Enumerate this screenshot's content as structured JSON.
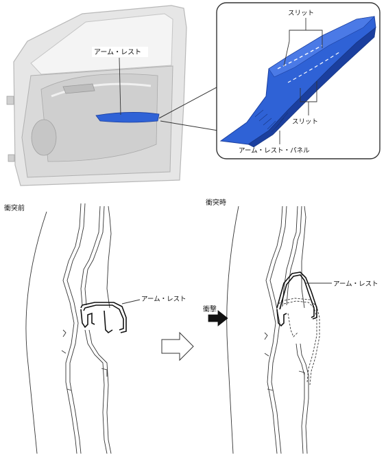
{
  "labels": {
    "armrest_door": "アーム・レスト",
    "slit_top": "スリット",
    "slit_bottom": "スリット",
    "armrest_panel": "アーム・レスト・パネル",
    "before_collision": "衝突前",
    "after_collision": "衝突時",
    "armrest_before": "アーム・レスト",
    "armrest_after": "アーム・レスト",
    "impact": "衝撃"
  },
  "colors": {
    "armrest_blue": "#2f62d6",
    "armrest_dark": "#1b3f9e",
    "door_gray": "#dcdcdc",
    "line": "#333333"
  },
  "icons": {
    "transition_arrow": "hollow-right-arrow-icon",
    "impact_arrow": "solid-right-arrow-icon"
  }
}
